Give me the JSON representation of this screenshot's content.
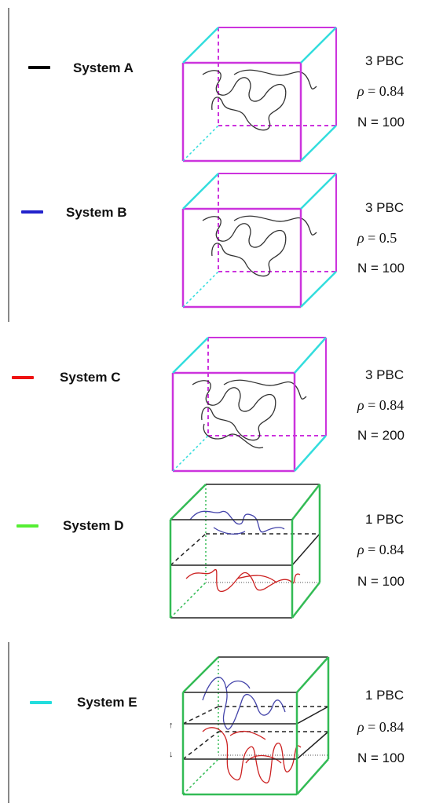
{
  "systems": [
    {
      "name": "System A",
      "swatch_color": "#000000",
      "pbc": "3  PBC",
      "rho_value": "0.84",
      "n": "N = 100"
    },
    {
      "name": "System B",
      "swatch_color": "#2222cc",
      "pbc": "3  PBC",
      "rho_value": "0.5",
      "n": "N = 100"
    },
    {
      "name": "System C",
      "swatch_color": "#ee1111",
      "pbc": "3  PBC",
      "rho_value": "0.84",
      "n": "N = 200"
    },
    {
      "name": "System D",
      "swatch_color": "#55ee33",
      "pbc": "1  PBC",
      "rho_value": "0.84",
      "n": "N = 100"
    },
    {
      "name": "System E",
      "swatch_color": "#22dddd",
      "pbc": "1  PBC",
      "rho_value": "0.84",
      "n": "N = 100"
    }
  ],
  "rho_symbol": "ρ",
  "rho_equals": " = ",
  "colors": {
    "box_magenta": "#cc33dd",
    "box_cyan": "#33dddd",
    "box_green": "#33bb55",
    "chain_gray": "#333333",
    "chain_blue": "#4444aa",
    "chain_red": "#cc2222"
  },
  "icons": {
    "arrow_up": "arrow-up-icon",
    "arrow_down": "arrow-down-icon"
  }
}
